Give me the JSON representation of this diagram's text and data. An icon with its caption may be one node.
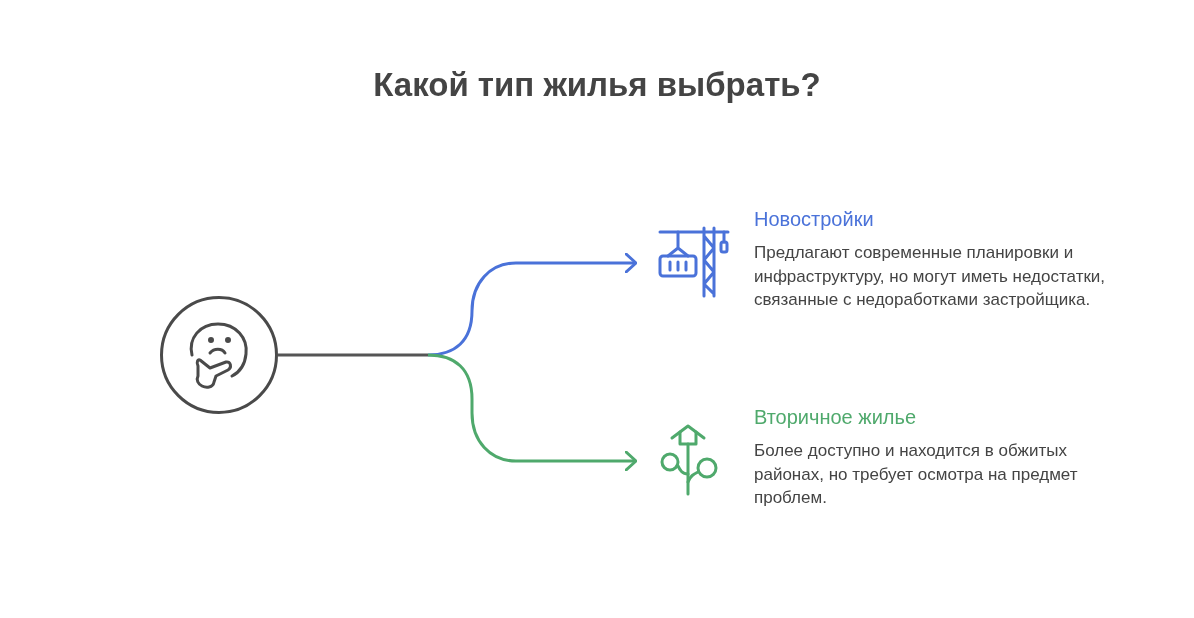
{
  "diagram": {
    "title": "Какой тип жилья выбрать?",
    "nodes": [
      {
        "text": [],
        "shape": "circle"
      },
      {
        "text": [
          "Новостройки",
          "Предлагают современные планировки и инфраструктуру, но могут иметь недостатки, связанные с недоработками застройщика."
        ]
      },
      {
        "text": [
          "Вторичное жилье",
          "Более доступно и находится в обжитых районах, но требует осмотра на предмет проблем."
        ]
      }
    ],
    "edges": [
      {
        "from": 0,
        "to": 1,
        "arrow": "to",
        "color": "#4a72d9"
      },
      {
        "from": 0,
        "to": 2,
        "arrow": "to",
        "color": "#4fa96c"
      }
    ]
  }
}
